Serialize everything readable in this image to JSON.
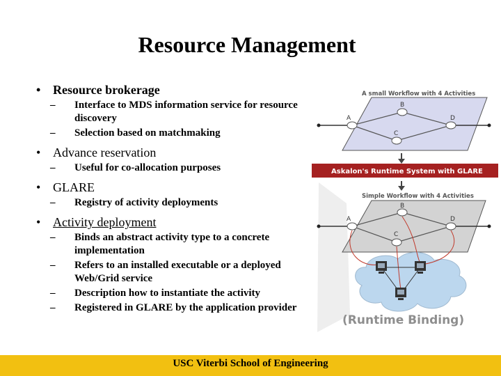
{
  "slide": {
    "title": "Resource Management",
    "bullets": [
      {
        "text": "Resource brokerage",
        "subs": [
          "Interface to MDS information service for resource discovery",
          "Selection based on matchmaking"
        ]
      },
      {
        "text": "Advance reservation",
        "subs": [
          "Useful for co-allocation purposes"
        ]
      },
      {
        "text": "GLARE",
        "subs": [
          "Registry of activity deployments"
        ]
      },
      {
        "text": "Activity deployment",
        "subs": [
          "Binds an abstract activity type to a concrete implementation",
          "Refers to an installed executable or a deployed Web/Grid service",
          "Description how to instantiate the activity",
          "Registered in GLARE by the application provider"
        ]
      }
    ]
  },
  "diagram": {
    "top_caption": "A small Workflow with 4 Activities",
    "runtime_banner": "Askalon's Runtime System with GLARE",
    "bottom_caption": "Simple Workflow with 4 Activities",
    "binding_label": "(Runtime Binding)",
    "nodes": [
      "A",
      "B",
      "C",
      "D"
    ],
    "colors": {
      "top_plane": "#d7d9ef",
      "bottom_plane": "#d3d3d3",
      "banner": "#a52121",
      "cloud": "#bcd7ee",
      "binding_lines": "#c0392b"
    }
  },
  "footer": {
    "text": "USC Viterbi School of Engineering",
    "color": "#f2c011"
  }
}
